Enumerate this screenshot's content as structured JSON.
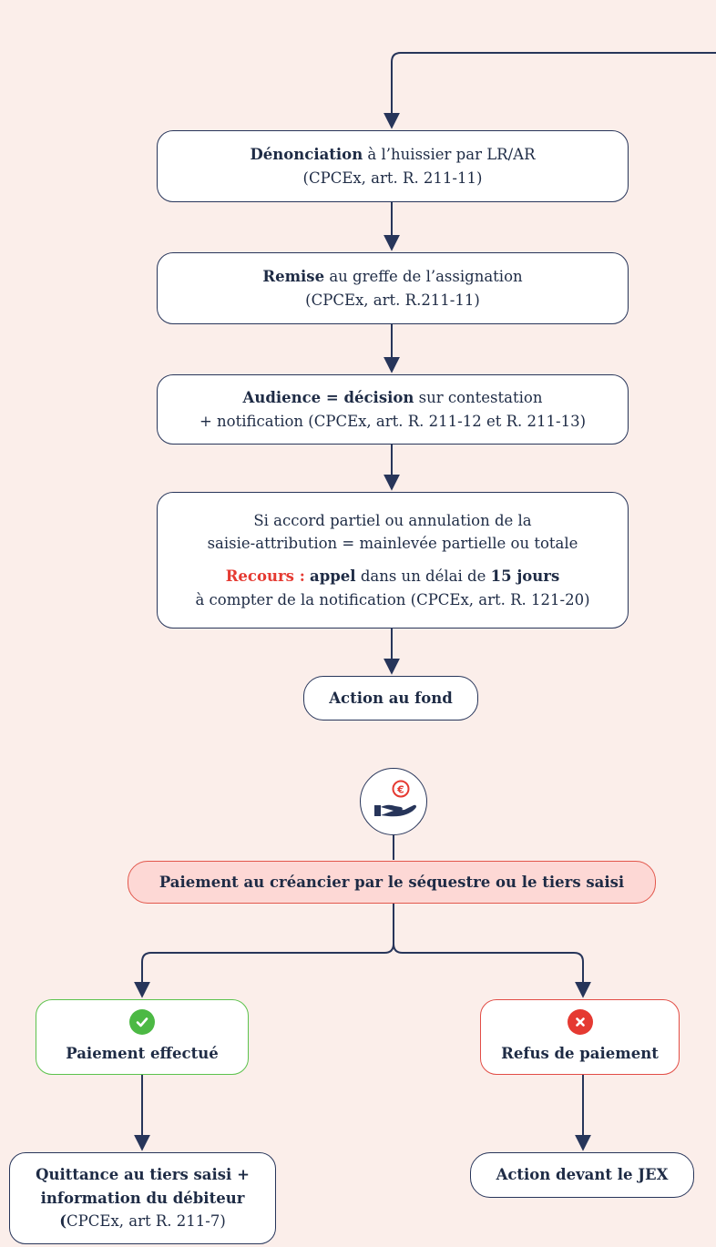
{
  "steps": {
    "denonciation": {
      "bold": "Dénonciation",
      "rest": " à l’huissier par LR/AR",
      "ref": "(CPCEx, art. R. 211-11)"
    },
    "remise": {
      "bold": "Remise",
      "rest": " au greffe de l’assignation",
      "ref": "(CPCEx, art. R.211-11)"
    },
    "audience": {
      "bold": "Audience = décision",
      "rest": " sur contestation",
      "line2": "+ notification (CPCEx, art. R. 211-12 et R. 211-13)"
    },
    "accord": {
      "line1": "Si accord partiel ou annulation de la",
      "line2": "saisie-attribution = mainlevée partielle ou totale",
      "recours_label": "Recours :",
      "recours_bold": "appel",
      "recours_mid": " dans un délai de ",
      "recours_delay": "15 jours",
      "line4": "à compter de la notification (CPCEx, art. R. 121-20)"
    },
    "action_fond": "Action au fond",
    "paiement": "Paiement au créancier par le séquestre ou le tiers saisi",
    "effectue": "Paiement effectué",
    "refus": "Refus de paiement",
    "quittance": {
      "line1": "Quittance au tiers saisi +",
      "line2": "information du débiteur",
      "line3_bold": "(",
      "line3_rest": "CPCEx, art R. 211-7)"
    },
    "jex": "Action devant le JEX"
  },
  "icons": {
    "payment": "hand-coin-euro-icon",
    "success": "check-circle-icon",
    "failure": "x-circle-icon"
  },
  "colors": {
    "navy": "#27355a",
    "accent_red": "#e53a32",
    "success_green": "#4cb944",
    "background": "#fbeeea",
    "pill_fill": "#fdd8d5"
  }
}
